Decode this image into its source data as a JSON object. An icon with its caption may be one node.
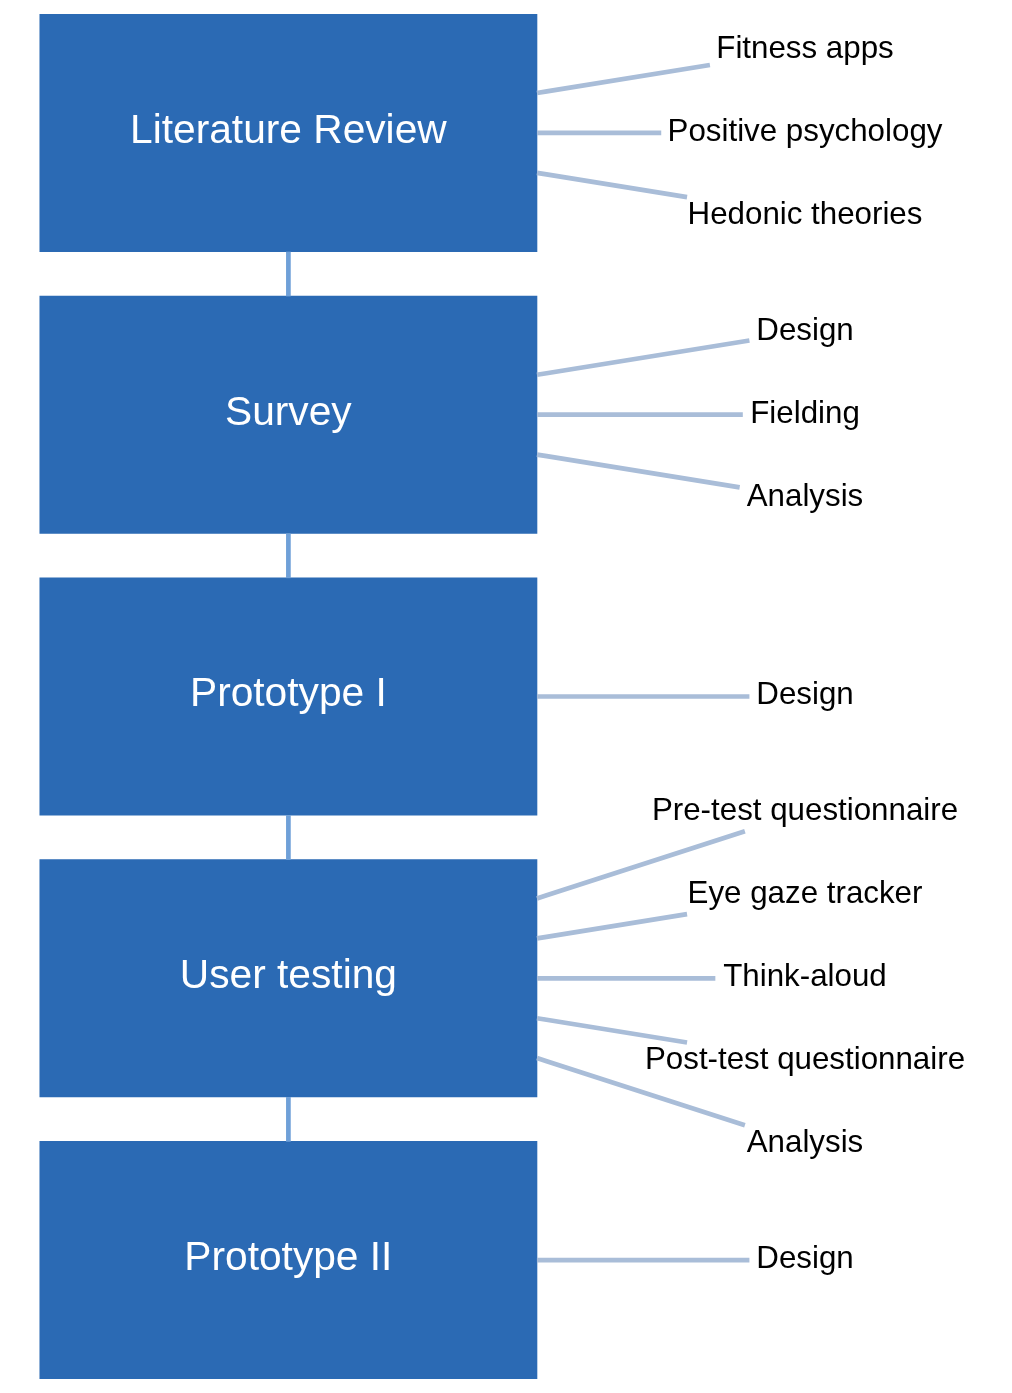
{
  "diagram": {
    "nodes": [
      {
        "text": [
          "Literature Review"
        ]
      },
      {
        "text": [
          "Fitness apps"
        ]
      },
      {
        "text": [
          "Positive psychology"
        ]
      },
      {
        "text": [
          "Hedonic theories"
        ]
      },
      {
        "text": [
          "Survey"
        ]
      },
      {
        "text": [
          "Design"
        ]
      },
      {
        "text": [
          "Fielding"
        ]
      },
      {
        "text": [
          "Analysis"
        ]
      },
      {
        "text": [
          "Prototype I"
        ]
      },
      {
        "text": [
          "Design"
        ]
      },
      {
        "text": [
          "User testing"
        ]
      },
      {
        "text": [
          "Pre-test questionnaire"
        ]
      },
      {
        "text": [
          "Eye gaze tracker"
        ]
      },
      {
        "text": [
          "Think-aloud"
        ]
      },
      {
        "text": [
          "Post-test questionnaire"
        ]
      },
      {
        "text": [
          "Analysis"
        ]
      },
      {
        "text": [
          "Prototype II"
        ]
      },
      {
        "text": [
          "Design"
        ]
      }
    ],
    "edges": [
      {
        "from": 0,
        "to": 4,
        "arrow": "none",
        "color": "#6fa0d8"
      },
      {
        "from": 4,
        "to": 8,
        "arrow": "none",
        "color": "#6fa0d8"
      },
      {
        "from": 8,
        "to": 10,
        "arrow": "none",
        "color": "#6fa0d8"
      },
      {
        "from": 10,
        "to": 16,
        "arrow": "none",
        "color": "#6fa0d8"
      },
      {
        "from": 0,
        "to": 1,
        "arrow": "none"
      },
      {
        "from": 0,
        "to": 2,
        "arrow": "none"
      },
      {
        "from": 0,
        "to": 3,
        "arrow": "none"
      },
      {
        "from": 4,
        "to": 5,
        "arrow": "none"
      },
      {
        "from": 4,
        "to": 6,
        "arrow": "none"
      },
      {
        "from": 4,
        "to": 7,
        "arrow": "none"
      },
      {
        "from": 8,
        "to": 9,
        "arrow": "none"
      },
      {
        "from": 10,
        "to": 11,
        "arrow": "none"
      },
      {
        "from": 10,
        "to": 12,
        "arrow": "none"
      },
      {
        "from": 10,
        "to": 13,
        "arrow": "none"
      },
      {
        "from": 10,
        "to": 14,
        "arrow": "none"
      },
      {
        "from": 10,
        "to": 15,
        "arrow": "none"
      },
      {
        "from": 16,
        "to": 17,
        "arrow": "none"
      }
    ]
  }
}
